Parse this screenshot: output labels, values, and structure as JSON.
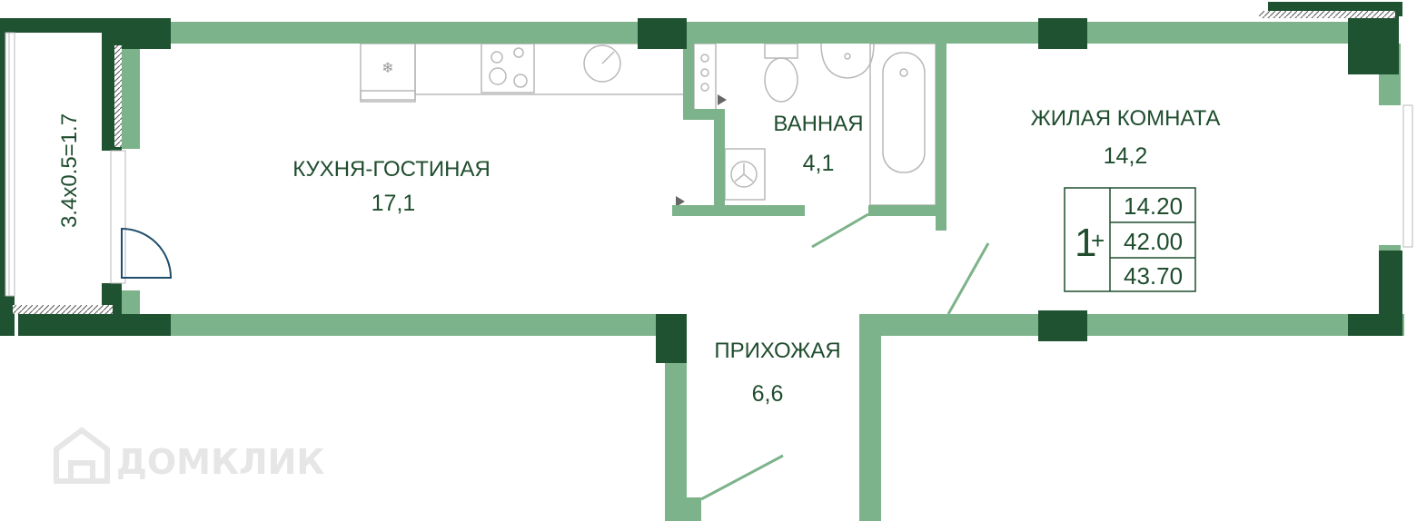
{
  "colors": {
    "wall_light": "#7db38a",
    "wall_dark": "#1f5230",
    "text": "#1f4d2e",
    "fixture": "#b8b8b8",
    "door": "#1f4d6b"
  },
  "balcony": {
    "label": "3.4x0.5=1.7"
  },
  "rooms": {
    "kitchen": {
      "name": "КУХНЯ-ГОСТИНАЯ",
      "area": "17,1"
    },
    "bathroom": {
      "name": "ВАННАЯ",
      "area": "4,1"
    },
    "living": {
      "name": "ЖИЛАЯ КОМНАТА",
      "area": "14,2"
    },
    "hallway": {
      "name": "ПРИХОЖАЯ",
      "area": "6,6"
    }
  },
  "legend": {
    "rooms_count": "1",
    "plus": "+",
    "values": [
      "14.20",
      "42.00",
      "43.70"
    ]
  },
  "watermark": {
    "text": "ДОМКЛИК",
    "icon": "house-icon"
  }
}
